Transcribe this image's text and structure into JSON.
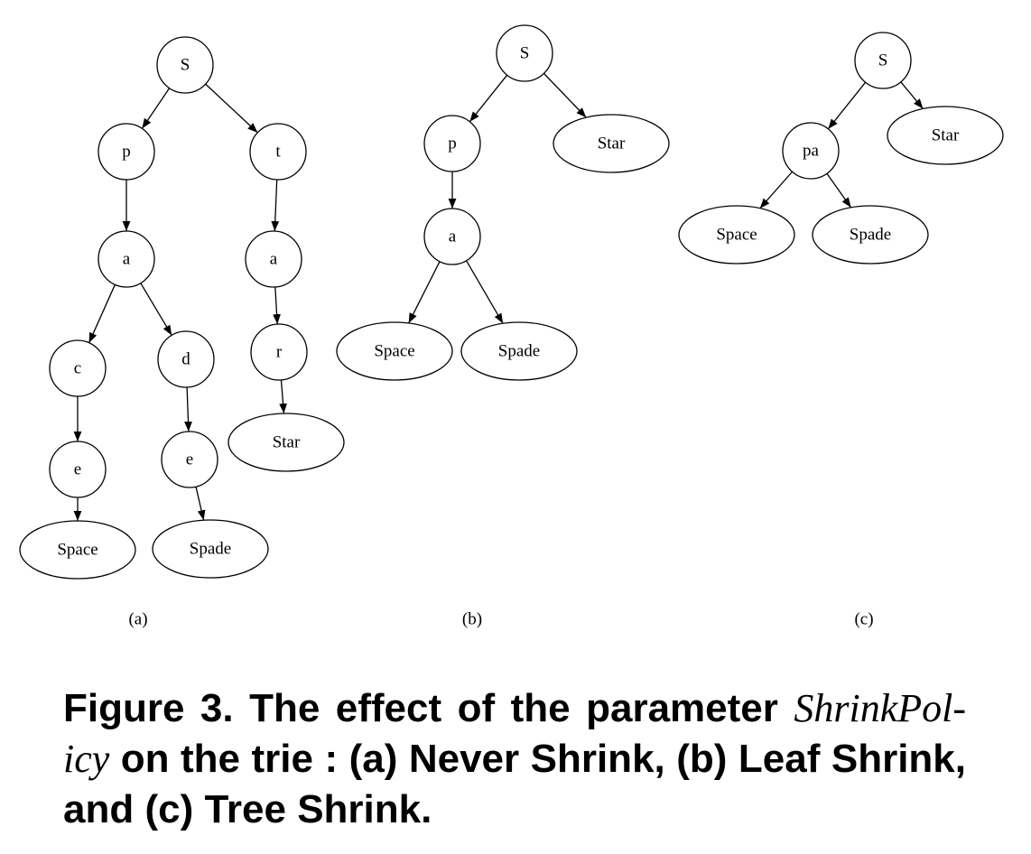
{
  "panels": [
    {
      "label": "(a)",
      "nodes": [
        {
          "id": "a_s",
          "label": "S",
          "shape": "circle"
        },
        {
          "id": "a_p",
          "label": "p",
          "shape": "circle"
        },
        {
          "id": "a_t",
          "label": "t",
          "shape": "circle"
        },
        {
          "id": "a_a1",
          "label": "a",
          "shape": "circle"
        },
        {
          "id": "a_a2",
          "label": "a",
          "shape": "circle"
        },
        {
          "id": "a_c",
          "label": "c",
          "shape": "circle"
        },
        {
          "id": "a_d",
          "label": "d",
          "shape": "circle"
        },
        {
          "id": "a_r",
          "label": "r",
          "shape": "circle"
        },
        {
          "id": "a_e1",
          "label": "e",
          "shape": "circle"
        },
        {
          "id": "a_e2",
          "label": "e",
          "shape": "circle"
        },
        {
          "id": "a_star",
          "label": "Star",
          "shape": "ellipse"
        },
        {
          "id": "a_space",
          "label": "Space",
          "shape": "ellipse"
        },
        {
          "id": "a_spade",
          "label": "Spade",
          "shape": "ellipse"
        }
      ],
      "edges": [
        {
          "from": "a_s",
          "to": "a_p"
        },
        {
          "from": "a_s",
          "to": "a_t"
        },
        {
          "from": "a_p",
          "to": "a_a1"
        },
        {
          "from": "a_a1",
          "to": "a_c"
        },
        {
          "from": "a_a1",
          "to": "a_d"
        },
        {
          "from": "a_c",
          "to": "a_e1"
        },
        {
          "from": "a_e1",
          "to": "a_space"
        },
        {
          "from": "a_d",
          "to": "a_e2"
        },
        {
          "from": "a_e2",
          "to": "a_spade"
        },
        {
          "from": "a_t",
          "to": "a_a2"
        },
        {
          "from": "a_a2",
          "to": "a_r"
        },
        {
          "from": "a_r",
          "to": "a_star"
        }
      ]
    },
    {
      "label": "(b)",
      "nodes": [
        {
          "id": "b_s",
          "label": "S",
          "shape": "circle"
        },
        {
          "id": "b_p",
          "label": "p",
          "shape": "circle"
        },
        {
          "id": "b_star",
          "label": "Star",
          "shape": "ellipse"
        },
        {
          "id": "b_a",
          "label": "a",
          "shape": "circle"
        },
        {
          "id": "b_space",
          "label": "Space",
          "shape": "ellipse"
        },
        {
          "id": "b_spade",
          "label": "Spade",
          "shape": "ellipse"
        }
      ],
      "edges": [
        {
          "from": "b_s",
          "to": "b_p"
        },
        {
          "from": "b_s",
          "to": "b_star"
        },
        {
          "from": "b_p",
          "to": "b_a"
        },
        {
          "from": "b_a",
          "to": "b_space"
        },
        {
          "from": "b_a",
          "to": "b_spade"
        }
      ]
    },
    {
      "label": "(c)",
      "nodes": [
        {
          "id": "c_s",
          "label": "S",
          "shape": "circle"
        },
        {
          "id": "c_pa",
          "label": "pa",
          "shape": "circle"
        },
        {
          "id": "c_star",
          "label": "Star",
          "shape": "ellipse"
        },
        {
          "id": "c_space",
          "label": "Space",
          "shape": "ellipse"
        },
        {
          "id": "c_spade",
          "label": "Spade",
          "shape": "ellipse"
        }
      ],
      "edges": [
        {
          "from": "c_s",
          "to": "c_pa"
        },
        {
          "from": "c_s",
          "to": "c_star"
        },
        {
          "from": "c_pa",
          "to": "c_space"
        },
        {
          "from": "c_pa",
          "to": "c_spade"
        }
      ]
    }
  ],
  "caption": {
    "lead": "Figure 3. The effect of the parameter ",
    "parameter": "ShrinkPolicy",
    "parameter_part1": "ShrinkPol-",
    "parameter_part2": "icy",
    "rest": " on the trie :  (a) Never Shrink, (b) Leaf Shrink, and (c) Tree Shrink."
  }
}
